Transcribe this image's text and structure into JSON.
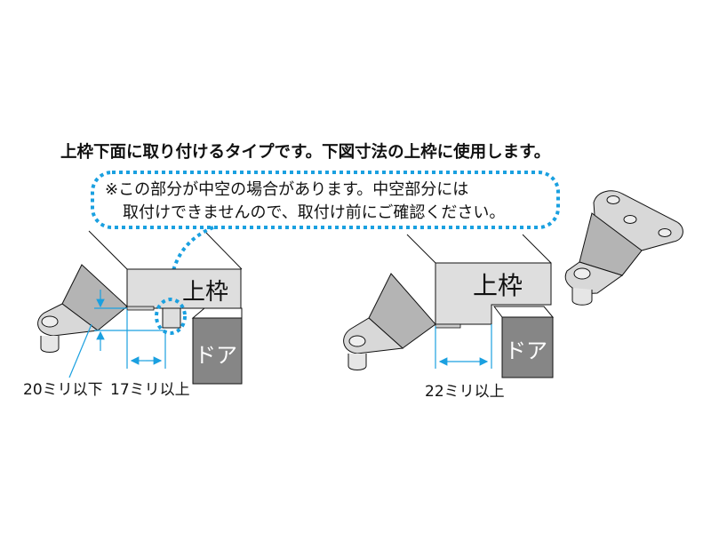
{
  "title": "上枠下面に取り付けるタイプです。下図寸法の上枠に使用します。",
  "note": {
    "line1": "※この部分が中空の場合があります。中空部分には",
    "line2": "取付けできませんので、取付け前にご確認ください。"
  },
  "labels": {
    "frame": "上枠",
    "door": "ドア",
    "dim_max_height": "20ミリ以下",
    "dim_min_depth_left": "17ミリ以上",
    "dim_min_depth_right": "22ミリ以上"
  },
  "colors": {
    "accent": "#1aa0e0",
    "frame": "#dedede",
    "door": "#868686",
    "bracket": "#b4b4b4"
  }
}
